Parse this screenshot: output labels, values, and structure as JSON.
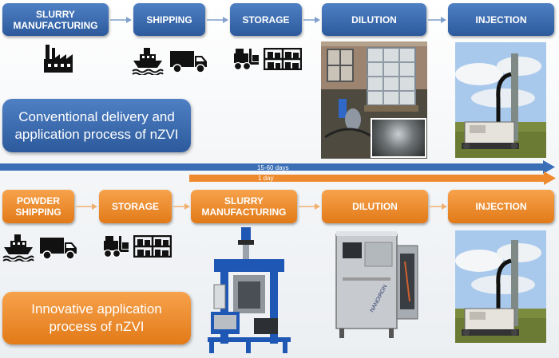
{
  "conventional": {
    "steps": [
      "SLURRY MANUFACTURING",
      "SHIPPING",
      "STORAGE",
      "DILUTION",
      "INJECTION"
    ],
    "description": "Conventional delivery and application process of nZVI",
    "duration": "15-60 days"
  },
  "innovative": {
    "steps": [
      "POWDER SHIPPING",
      "STORAGE",
      "SLURRY MANUFACTURING",
      "DILUTION",
      "INJECTION"
    ],
    "description": "Innovative application process of nZVI",
    "duration": "1 day"
  },
  "colors": {
    "blue": "#2c5a9c",
    "orange": "#e27a18",
    "timeline_blue": "#3a6eb5",
    "timeline_orange": "#ee8a2e"
  },
  "icons": [
    "factory-icon",
    "ship-icon",
    "truck-icon",
    "forklift-icon",
    "shelves-icon"
  ],
  "machine_brand": "NANOIRON"
}
